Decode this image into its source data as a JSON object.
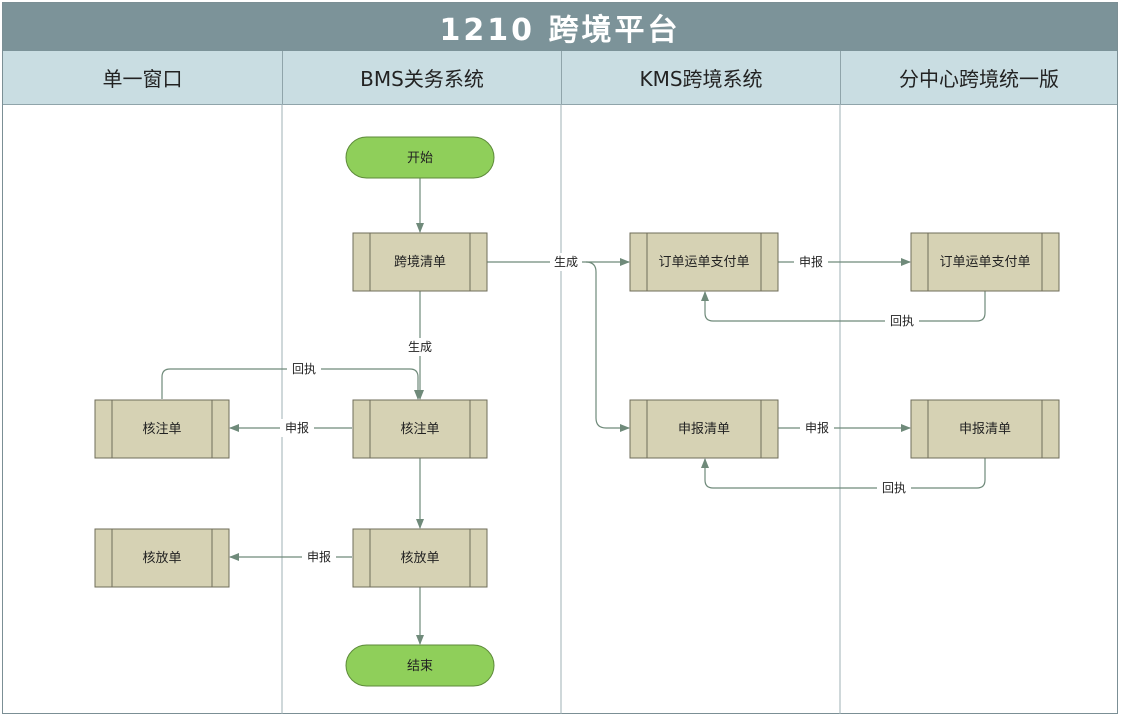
{
  "title": "1210 跨境平台",
  "lanes": [
    {
      "label": "单一窗口"
    },
    {
      "label": "BMS关务系统"
    },
    {
      "label": "KMS跨境系统"
    },
    {
      "label": "分中心跨境统一版"
    }
  ],
  "nodes": {
    "start": "开始",
    "cross_list": "跨境清单",
    "verify_note": "核注单",
    "release_note": "核放单",
    "end": "结束",
    "sw_verify_note": "核注单",
    "sw_release_note": "核放单",
    "kms_order": "订单运单支付单",
    "kms_declare": "申报清单",
    "center_order": "订单运单支付单",
    "center_declare": "申报清单"
  },
  "edges": {
    "generate_1": "生成",
    "generate_2": "生成",
    "report_verify": "申报",
    "report_release": "申报",
    "receipt_verify": "回执",
    "report_order": "申报",
    "receipt_order": "回执",
    "report_declare": "申报",
    "receipt_declare": "回执"
  },
  "colors": {
    "title_bg": "#7c9399",
    "lane_header_bg": "#c9dde2",
    "process_fill": "#d6d2b4",
    "terminal_fill": "#8fcf5a",
    "connector": "#6f8a7a"
  }
}
